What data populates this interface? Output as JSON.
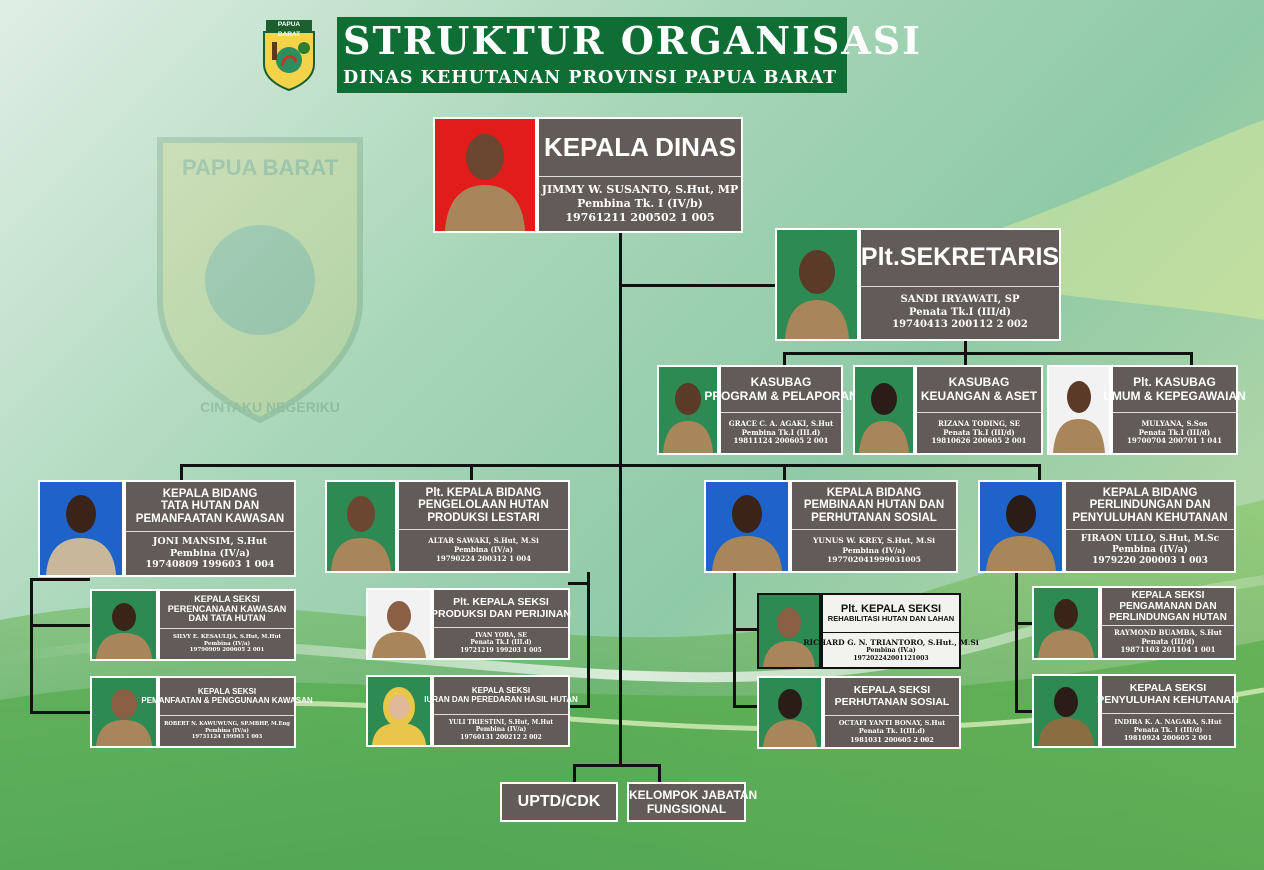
{
  "header": {
    "title": "STRUKTUR ORGANISASI",
    "subtitle": "DINAS KEHUTANAN PROVINSI PAPUA BARAT",
    "logo_text": "PAPUA BARAT",
    "watermark_text": "PAPUA BARAT",
    "watermark_motto": "CINTAKU NEGERIKU"
  },
  "colors": {
    "title_bg": "#0f6e34",
    "card_bg": "#625b58",
    "photo_red": "#e21b1b",
    "photo_green": "#2d8a52",
    "photo_blue": "#1e63c9",
    "photo_white": "#f2f2f2"
  },
  "head": {
    "title": "KEPALA DINAS",
    "name": "JIMMY W. SUSANTO, S.Hut, MP",
    "rank": "Pembina Tk. I (IV/b)",
    "nip": "19761211 200502 1 005"
  },
  "secretary": {
    "title": "Plt.SEKRETARIS",
    "name": "SANDI IRYAWATI, SP",
    "rank": "Penata Tk.I (III/d)",
    "nip": "19740413 200112 2 002"
  },
  "subsections": [
    {
      "title1": "KASUBAG",
      "title2": "PROGRAM & PELAPORAN",
      "name": "GRACE C. A. AGAKI, S.Hut",
      "rank": "Pembina Tk.I (III.d)",
      "nip": "19811124 200605 2 001"
    },
    {
      "title1": "KASUBAG",
      "title2": "KEUANGAN & ASET",
      "name": "RIZANA TODING, SE",
      "rank": "Penata Tk.I (III/d)",
      "nip": "19810626 200605 2 001"
    },
    {
      "title1": "Plt. KASUBAG",
      "title2": "UMUM & KEPEGAWAIAN",
      "name": "MULYANA, S.Sos",
      "rank": "Penata Tk.I (III/d)",
      "nip": "19700704 200701 1 041"
    }
  ],
  "divisions": [
    {
      "title1": "KEPALA BIDANG",
      "title2": "TATA HUTAN DAN",
      "title3": "PEMANFAATAN KAWASAN",
      "name": "JONI MANSIM, S.Hut",
      "rank": "Pembina (IV/a)",
      "nip": "19740809 199603 1 004"
    },
    {
      "title1": "Plt. KEPALA BIDANG",
      "title2": "PENGELOLAAN HUTAN",
      "title3": "PRODUKSI LESTARI",
      "name": "ALTAR SAWAKI, S.Hut, M.Si",
      "rank": "Pembina (IV/a)",
      "nip": "19790224 200312 1 004"
    },
    {
      "title1": "KEPALA BIDANG",
      "title2": "PEMBINAAN HUTAN DAN",
      "title3": "PERHUTANAN SOSIAL",
      "name": "YUNUS W. KREY, S.Hut, M.Si",
      "rank": "Pembina (IV/a)",
      "nip": "197702041999031005"
    },
    {
      "title1": "KEPALA BIDANG",
      "title2": "PERLINDUNGAN DAN",
      "title3": "PENYULUHAN KEHUTANAN",
      "name": "FIRAON ULLO, S.Hut, M.Sc",
      "rank": "Pembina (IV/a)",
      "nip": "1979220 200003 1 003"
    }
  ],
  "sections": [
    {
      "title1": "KEPALA SEKSI",
      "title2": "PERENCANAAN KAWASAN",
      "title3": "DAN TATA HUTAN",
      "name": "SILVY E. KESAULIJA, S.Hut, M.Hut",
      "rank": "Pembina (IV/a)",
      "nip": "19790909 200605 2 001"
    },
    {
      "title1": "KEPALA SEKSI",
      "title2": "PEMANFAATAN & PENGGUNAAN KAWASAN",
      "title3": "",
      "name": "ROBERT N. KAWUWUNG, SP.MBHP, M.Eng",
      "rank": "Pembina (IV/a)",
      "nip": "19731124 199903 1 003"
    },
    {
      "title1": "Plt. KEPALA SEKSI",
      "title2": "PRODUKSI DAN PERIJINAN",
      "title3": "",
      "name": "IVAN YOBA, SE",
      "rank": "Penata Tk.I (III.d)",
      "nip": "19721219 199203 1 005"
    },
    {
      "title1": "KEPALA SEKSI",
      "title2": "IURAN DAN PEREDARAN HASIL HUTAN",
      "title3": "",
      "name": "YULI TRIESTINI, S.Hut, M.Hut",
      "rank": "Pembina (IV/a)",
      "nip": "19760131 200212 2 002"
    },
    {
      "title1": "Plt. KEPALA SEKSI",
      "title2": "REHABILITASI HUTAN DAN LAHAN",
      "title3": "",
      "name": "RICHARD G. N. TRIANTORO, S.Hut., M.Si",
      "rank": "Pembina (IV.a)",
      "nip": "197202242001121003"
    },
    {
      "title1": "KEPALA SEKSI",
      "title2": "PERHUTANAN SOSIAL",
      "title3": "",
      "name": "OCTAFI YANTI BONAY, S.Hut",
      "rank": "Penata Tk. I(III.d)",
      "nip": "1981031 200605 2 002"
    },
    {
      "title1": "KEPALA SEKSI",
      "title2": "PENGAMANAN DAN",
      "title3": "PERLINDUNGAN HUTAN",
      "name": "RAYMOND BUAMBA, S.Hut",
      "rank": "Penata (III/d)",
      "nip": "19871103 201104 1 001"
    },
    {
      "title1": "KEPALA SEKSI",
      "title2": "PENYULUHAN KEHUTANAN",
      "title3": "",
      "name": "INDIRA K. A. NAGARA, S.Hut",
      "rank": "Penata Tk. I (III/d)",
      "nip": "19810924 200605 2 001"
    }
  ],
  "bottom": {
    "uptd": "UPTD/CDK",
    "fungsional1": "KELOMPOK JABATAN",
    "fungsional2": "FUNGSIONAL"
  }
}
